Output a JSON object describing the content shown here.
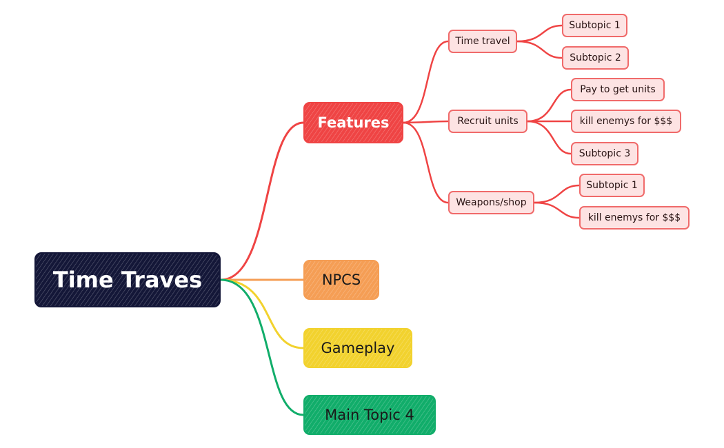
{
  "colors": {
    "background": "#ffffff",
    "root": "#141738",
    "features": "#ef4444",
    "npcs": "#f59e55",
    "gameplay": "#f2d22e",
    "main_topic_4": "#11ad6a",
    "sub_fill": "#fde3e3",
    "sub_border": "#f06a6a"
  },
  "root": {
    "label": "Time Traves"
  },
  "main_topics": {
    "features": {
      "label": "Features"
    },
    "npcs": {
      "label": "NPCS"
    },
    "gameplay": {
      "label": "Gameplay"
    },
    "main_topic_4": {
      "label": "Main Topic 4"
    }
  },
  "features": {
    "time_travel": {
      "label": "Time travel",
      "children": [
        "Subtopic 1",
        "Subtopic 2"
      ]
    },
    "recruit_units": {
      "label": "Recruit units",
      "children": [
        "Pay to get units",
        "kill enemys for $$$",
        "Subtopic 3"
      ]
    },
    "weapons_shop": {
      "label": "Weapons/shop",
      "children": [
        "Subtopic 1",
        "kill enemys for $$$"
      ]
    }
  }
}
